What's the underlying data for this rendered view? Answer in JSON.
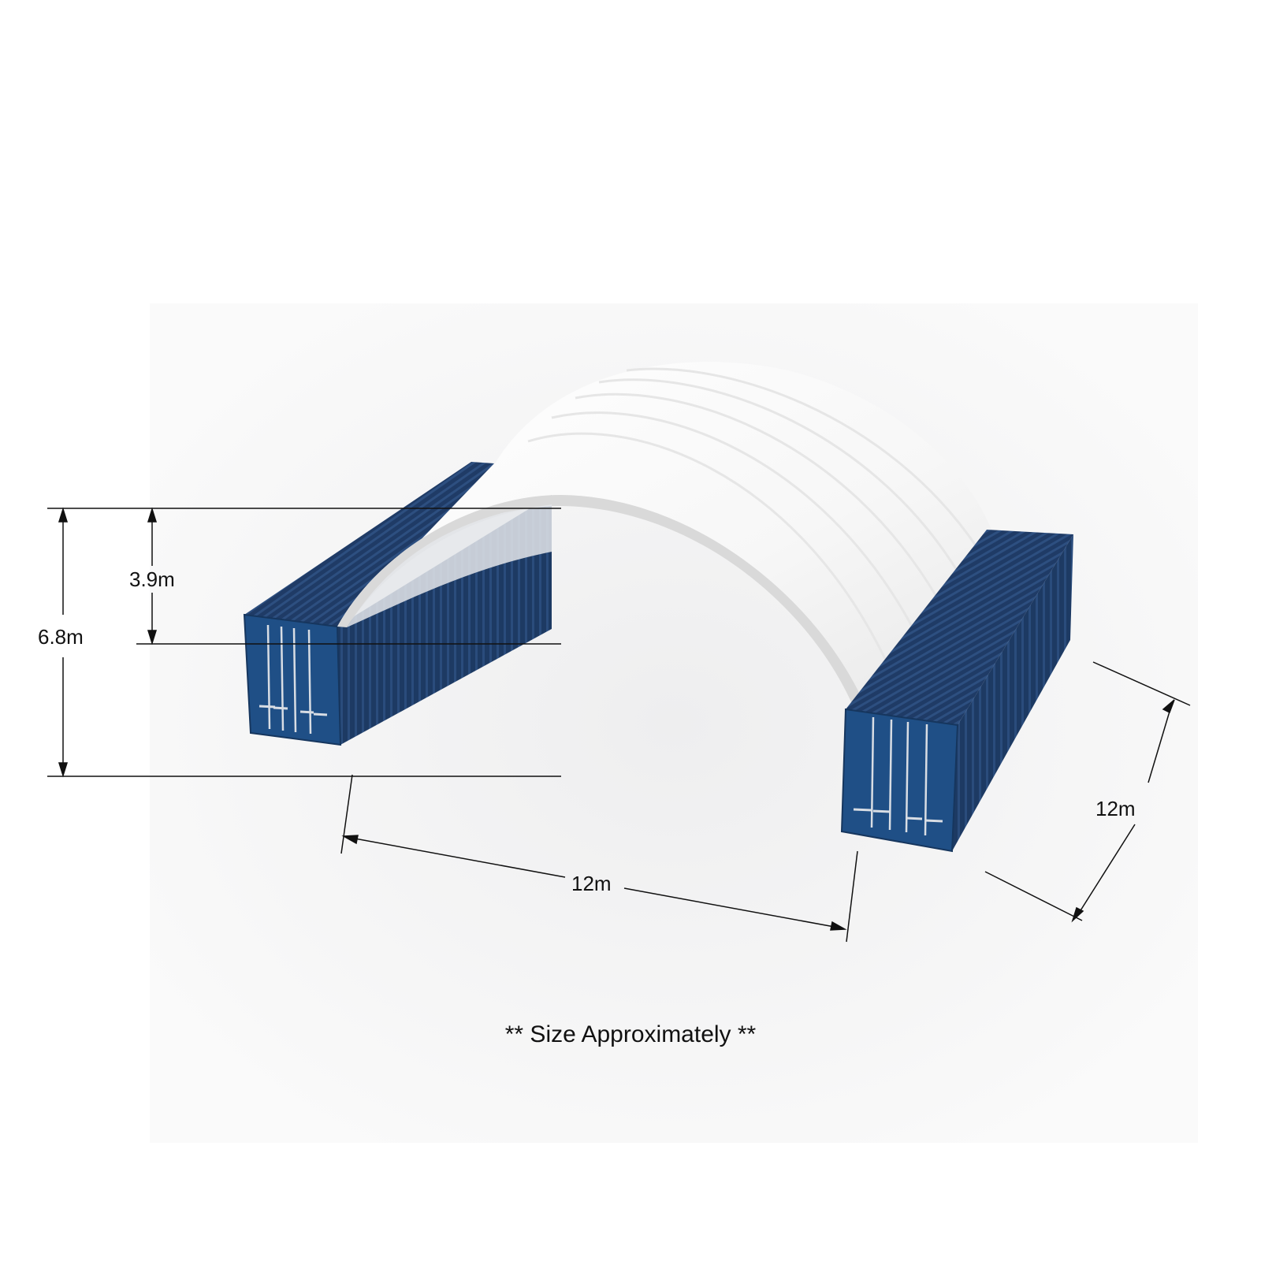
{
  "diagram": {
    "subject": "container-dome-shelter",
    "colors": {
      "background": "#ffffff",
      "floor": "#f3f3f4",
      "container_front": "#1f4f86",
      "container_side": "#1d3a63",
      "container_top": "#203c66",
      "canopy": "#fafafa",
      "canopy_edge": "#d6d6d6",
      "dimension_line": "#111111"
    },
    "dimensions": {
      "total_height": "6.8m",
      "arch_height": "3.9m",
      "width": "12m",
      "length": "12m"
    },
    "note": "** Size Approximately **"
  }
}
